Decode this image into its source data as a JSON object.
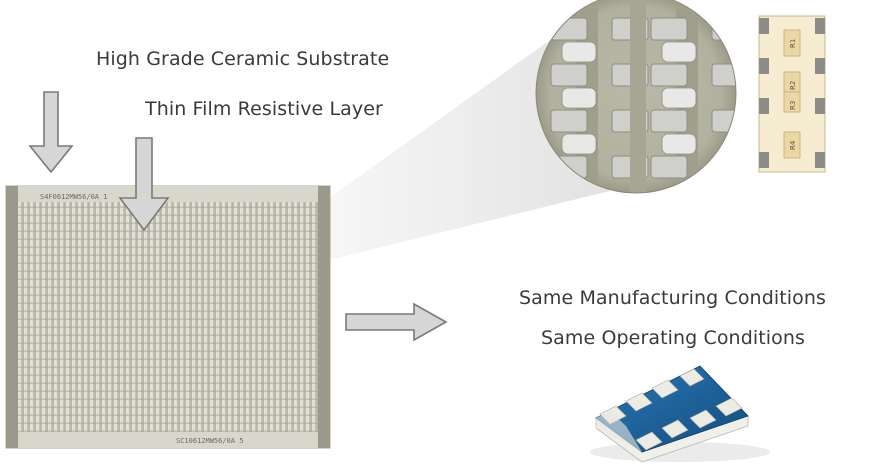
{
  "labels": {
    "substrate": "High Grade Ceramic Substrate",
    "resistive_layer": "Thin Film Resistive Layer",
    "manufacturing": "Same Manufacturing Conditions",
    "operating": "Same Operating Conditions"
  },
  "wafer": {
    "top_code": "S4F0612MW56/0A 1",
    "bottom_code": "SC10612MW56/0A 5"
  },
  "schematic": {
    "resistors": [
      "R1",
      "R2",
      "R3",
      "R4"
    ]
  },
  "colors": {
    "arrow_fill": "#d6d6d6",
    "arrow_stroke": "#7a7a7a",
    "substrate": "#b4b3a4",
    "pad": "#d2d2d0",
    "chip_body": "#1c5f97"
  }
}
